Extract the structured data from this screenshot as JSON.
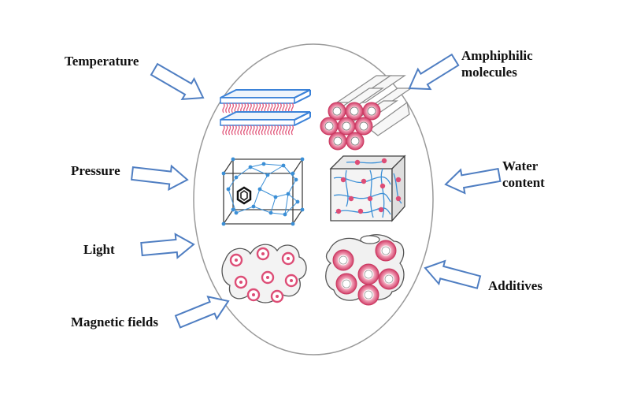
{
  "stimuli": [
    {
      "id": "temperature",
      "label": "Temperature"
    },
    {
      "id": "amphiphilic",
      "label": "Amphiphilic\nmolecules"
    },
    {
      "id": "pressure",
      "label": "Pressure"
    },
    {
      "id": "water",
      "label": "Water\ncontent"
    },
    {
      "id": "light",
      "label": "Light"
    },
    {
      "id": "additives",
      "label": "Additives"
    },
    {
      "id": "magnetic",
      "label": "Magnetic fields"
    }
  ],
  "colors": {
    "arrow": "#4f7ec2",
    "ellipse": "#9a9a9a",
    "bilayer_head": "#3b82d8",
    "bilayer_tail": "#e25a7d",
    "cube_edge": "#404040",
    "network": "#3b8fd6",
    "micelle": "#dd4d76",
    "text": "#111111"
  }
}
